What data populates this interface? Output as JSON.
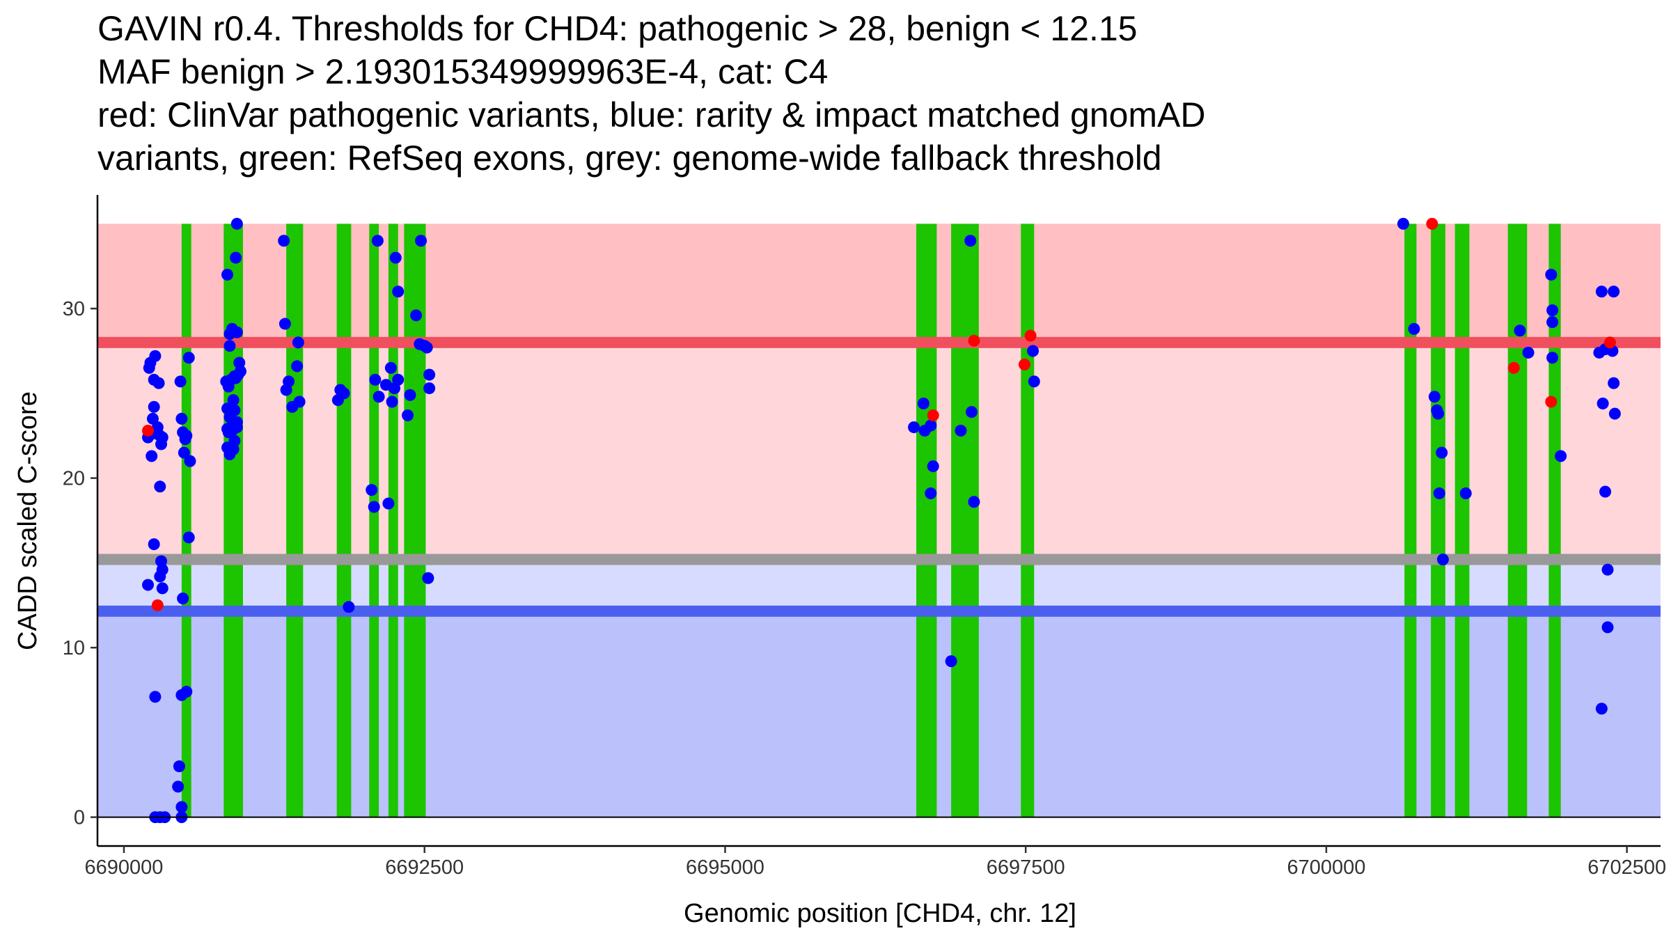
{
  "chart_data": {
    "type": "scatter",
    "title_lines": [
      "GAVIN r0.4. Thresholds for CHD4: pathogenic > 28, benign < 12.15",
      "MAF benign > 2.193015349999963E-4, cat: C4",
      "red: ClinVar pathogenic variants, blue: rarity & impact matched gnomAD",
      "variants, green: RefSeq exons, grey: genome-wide fallback threshold"
    ],
    "xlabel": "Genomic position [CHD4, chr. 12]",
    "ylabel": "CADD scaled C-score",
    "xlim": [
      6689780,
      6702780
    ],
    "ylim": [
      -1.7,
      36.7
    ],
    "x_ticks": [
      6690000,
      6692500,
      6695000,
      6697500,
      6700000,
      6702500
    ],
    "y_ticks": [
      0,
      10,
      20,
      30
    ],
    "grid": false,
    "colors": {
      "pathogenic_band": "#ffbfc3",
      "pathogenic_zone": "#ffd6da",
      "benign_zone": "#d7dbff",
      "benign_band": "#bbc1fb",
      "pathogenic_line": "#f0505e",
      "benign_line": "#4a5fee",
      "fallback_line": "#999999",
      "exon": "#1dc400",
      "pathogenic_point": "#ff0000",
      "population_point": "#0000ff"
    },
    "background_bands": [
      {
        "name": "pathogenic-band",
        "y0": 28,
        "y1": 35,
        "color": "#ffbfc3"
      },
      {
        "name": "pathogenic-zone",
        "y0": 15.2,
        "y1": 28,
        "color": "#ffd6da"
      },
      {
        "name": "benign-zone",
        "y0": 12.15,
        "y1": 15.2,
        "color": "#d7dbff"
      },
      {
        "name": "benign-band",
        "y0": 0,
        "y1": 12.15,
        "color": "#bbc1fb"
      }
    ],
    "x_band_extent": [
      6689780,
      6702780
    ],
    "threshold_lines": [
      {
        "name": "pathogenic-threshold",
        "y": 28,
        "color": "#f0505e"
      },
      {
        "name": "fallback-threshold",
        "y": 15.2,
        "color": "#999999"
      },
      {
        "name": "benign-threshold",
        "y": 12.15,
        "color": "#4a5fee"
      }
    ],
    "exons": [
      [
        6690480,
        6690560
      ],
      [
        6690830,
        6690990
      ],
      [
        6691350,
        6691490
      ],
      [
        6691770,
        6691890
      ],
      [
        6692040,
        6692120
      ],
      [
        6692200,
        6692280
      ],
      [
        6692330,
        6692510
      ],
      [
        6696590,
        6696760
      ],
      [
        6696880,
        6697110
      ],
      [
        6697460,
        6697570
      ],
      [
        6700650,
        6700750
      ],
      [
        6700870,
        6700990
      ],
      [
        6701070,
        6701190
      ],
      [
        6701510,
        6701670
      ],
      [
        6701850,
        6701950
      ]
    ],
    "series": [
      {
        "name": "gnomAD",
        "color": "#0000ff",
        "points": [
          [
            6690200,
            22.4
          ],
          [
            6690210,
            26.5
          ],
          [
            6690220,
            26.8
          ],
          [
            6690230,
            21.3
          ],
          [
            6690240,
            23.5
          ],
          [
            6690250,
            24.2
          ],
          [
            6690260,
            27.2
          ],
          [
            6690250,
            25.8
          ],
          [
            6690280,
            23.0
          ],
          [
            6690290,
            25.6
          ],
          [
            6690300,
            22.5
          ],
          [
            6690310,
            22.0
          ],
          [
            6690320,
            22.4
          ],
          [
            6690230,
            22.6
          ],
          [
            6690250,
            16.1
          ],
          [
            6690300,
            19.5
          ],
          [
            6690310,
            15.1
          ],
          [
            6690320,
            14.6
          ],
          [
            6690300,
            14.2
          ],
          [
            6690320,
            13.5
          ],
          [
            6690200,
            13.7
          ],
          [
            6690260,
            7.1
          ],
          [
            6690260,
            0.0
          ],
          [
            6690300,
            0.0
          ],
          [
            6690340,
            0.0
          ],
          [
            6690470,
            25.7
          ],
          [
            6690480,
            23.5
          ],
          [
            6690490,
            22.7
          ],
          [
            6690500,
            21.5
          ],
          [
            6690510,
            22.3
          ],
          [
            6690520,
            22.5
          ],
          [
            6690540,
            27.1
          ],
          [
            6690550,
            21.0
          ],
          [
            6690540,
            16.5
          ],
          [
            6690490,
            12.9
          ],
          [
            6690480,
            7.2
          ],
          [
            6690520,
            7.4
          ],
          [
            6690460,
            3.0
          ],
          [
            6690450,
            1.8
          ],
          [
            6690480,
            0.6
          ],
          [
            6690480,
            0.0
          ],
          [
            6690860,
            32.0
          ],
          [
            6690880,
            28.5
          ],
          [
            6690880,
            27.8
          ],
          [
            6690900,
            28.8
          ],
          [
            6690920,
            26.0
          ],
          [
            6690940,
            28.6
          ],
          [
            6690960,
            26.8
          ],
          [
            6690970,
            26.3
          ],
          [
            6690850,
            25.7
          ],
          [
            6690870,
            25.4
          ],
          [
            6690890,
            25.8
          ],
          [
            6690910,
            24.6
          ],
          [
            6690930,
            25.9
          ],
          [
            6690950,
            26.1
          ],
          [
            6690860,
            24.1
          ],
          [
            6690880,
            23.6
          ],
          [
            6690900,
            23.1
          ],
          [
            6690920,
            24.0
          ],
          [
            6690940,
            23.3
          ],
          [
            6690860,
            22.9
          ],
          [
            6690870,
            22.7
          ],
          [
            6690900,
            22.8
          ],
          [
            6690920,
            22.2
          ],
          [
            6690940,
            23.0
          ],
          [
            6690860,
            21.8
          ],
          [
            6690880,
            21.4
          ],
          [
            6690910,
            21.7
          ],
          [
            6690930,
            33.0
          ],
          [
            6690940,
            35.0
          ],
          [
            6691330,
            34.0
          ],
          [
            6691340,
            29.1
          ],
          [
            6691350,
            25.2
          ],
          [
            6691370,
            25.7
          ],
          [
            6691400,
            24.2
          ],
          [
            6691440,
            26.6
          ],
          [
            6691450,
            28.0
          ],
          [
            6691460,
            24.5
          ],
          [
            6691780,
            24.6
          ],
          [
            6691800,
            25.2
          ],
          [
            6691830,
            25.0
          ],
          [
            6691870,
            12.4
          ],
          [
            6692060,
            19.3
          ],
          [
            6692080,
            18.3
          ],
          [
            6692090,
            25.8
          ],
          [
            6692110,
            34.0
          ],
          [
            6692120,
            24.8
          ],
          [
            6692180,
            25.5
          ],
          [
            6692200,
            18.5
          ],
          [
            6692220,
            26.5
          ],
          [
            6692230,
            24.5
          ],
          [
            6692250,
            25.3
          ],
          [
            6692260,
            33.0
          ],
          [
            6692280,
            25.8
          ],
          [
            6692280,
            31.0
          ],
          [
            6692360,
            23.7
          ],
          [
            6692380,
            24.9
          ],
          [
            6692430,
            29.6
          ],
          [
            6692460,
            27.9
          ],
          [
            6692470,
            34.0
          ],
          [
            6692500,
            27.8
          ],
          [
            6692520,
            27.7
          ],
          [
            6692530,
            14.1
          ],
          [
            6692540,
            26.1
          ],
          [
            6692540,
            25.3
          ],
          [
            6696570,
            23.0
          ],
          [
            6696650,
            24.4
          ],
          [
            6696660,
            22.8
          ],
          [
            6696710,
            23.1
          ],
          [
            6696710,
            19.1
          ],
          [
            6696730,
            20.7
          ],
          [
            6696880,
            9.2
          ],
          [
            6696960,
            22.8
          ],
          [
            6697040,
            34.0
          ],
          [
            6697050,
            23.9
          ],
          [
            6697070,
            18.6
          ],
          [
            6697560,
            27.5
          ],
          [
            6697570,
            25.7
          ],
          [
            6700640,
            35.0
          ],
          [
            6700730,
            28.8
          ],
          [
            6700900,
            24.8
          ],
          [
            6700920,
            24.0
          ],
          [
            6700930,
            23.8
          ],
          [
            6700940,
            19.1
          ],
          [
            6700960,
            21.5
          ],
          [
            6700970,
            15.2
          ],
          [
            6701160,
            19.1
          ],
          [
            6701610,
            28.7
          ],
          [
            6701680,
            27.4
          ],
          [
            6701870,
            32.0
          ],
          [
            6701880,
            29.9
          ],
          [
            6701880,
            29.2
          ],
          [
            6701880,
            27.1
          ],
          [
            6701950,
            21.3
          ],
          [
            6702270,
            27.4
          ],
          [
            6702290,
            31.0
          ],
          [
            6702300,
            24.4
          ],
          [
            6702320,
            27.6
          ],
          [
            6702320,
            19.2
          ],
          [
            6702340,
            14.6
          ],
          [
            6702340,
            11.2
          ],
          [
            6702290,
            6.4
          ],
          [
            6702380,
            27.5
          ],
          [
            6702390,
            31.0
          ],
          [
            6702390,
            25.6
          ],
          [
            6702400,
            23.8
          ]
        ]
      },
      {
        "name": "ClinVar pathogenic",
        "color": "#ff0000",
        "points": [
          [
            6690200,
            22.8
          ],
          [
            6690280,
            12.5
          ],
          [
            6696730,
            23.7
          ],
          [
            6697070,
            28.1
          ],
          [
            6697490,
            26.7
          ],
          [
            6697540,
            28.4
          ],
          [
            6700880,
            35.0
          ],
          [
            6701560,
            26.5
          ],
          [
            6701870,
            24.5
          ],
          [
            6702360,
            28.0
          ]
        ]
      }
    ]
  }
}
